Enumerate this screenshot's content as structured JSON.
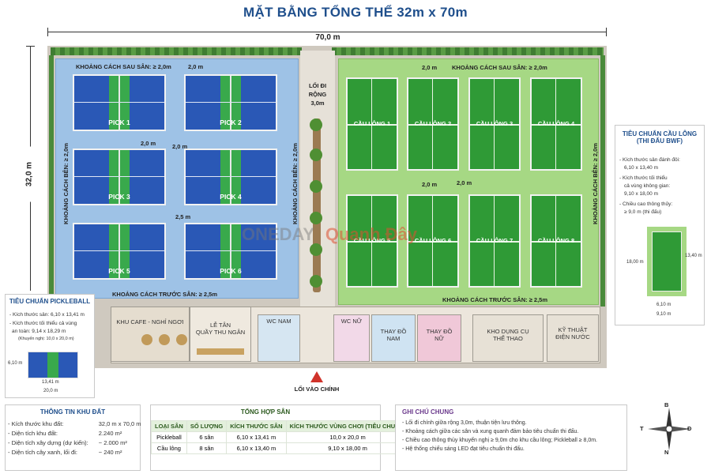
{
  "title": "MẶT BẰNG TỔNG THỂ  32m x 70m",
  "dims": {
    "width": "70,0 m",
    "height": "32,0 m"
  },
  "pickleball": {
    "courts": [
      "PICK 1",
      "PICK 2",
      "PICK 3",
      "PICK 4",
      "PICK 5",
      "PICK 6"
    ],
    "back_gap": "KHOẢNG CÁCH SAU SÂN: ≥ 2,0m",
    "side_gap": "KHOẢNG CÁCH BÊN: ≥ 2,0m",
    "front_gap": "KHOẢNG CÁCH TRƯỚC SÂN: ≥ 2,5m",
    "gap_2": "2,0 m",
    "gap_25": "2,5 m"
  },
  "walkway": {
    "line1": "LỐI ĐI",
    "line2": "RỘNG",
    "line3": "3,0m"
  },
  "badminton": {
    "courts": [
      "CẦU LÔNG 1",
      "CẦU LÔNG 2",
      "CẦU LÔNG 3",
      "CẦU LÔNG 4",
      "CẦU LÔNG 5",
      "CẦU LÔNG 6",
      "CẦU LÔNG 7",
      "CẦU LÔNG 8"
    ],
    "back_gap": "KHOẢNG CÁCH SAU SÂN: ≥ 2,0m",
    "side_gap": "KHOẢNG CÁCH BÊN: ≥ 2,0m",
    "front_gap": "KHOẢNG CÁCH TRƯỚC SÂN: ≥ 2,5m",
    "gap_2": "2,0 m"
  },
  "rooms": {
    "cafe": "KHU CAFE - NGHỈ NGƠI",
    "reception_1": "LỄ TÂN",
    "reception_2": "QUẦY THU NGÂN",
    "wc_male": "WC NAM",
    "wc_female": "WC NỮ",
    "change_male_1": "THAY ĐỒ",
    "change_male_2": "NAM",
    "change_female_1": "THAY ĐỒ",
    "change_female_2": "NỮ",
    "storage_1": "KHO DỤNG CỤ",
    "storage_2": "THỂ THAO",
    "tech_1": "KỸ THUẬT",
    "tech_2": "ĐIỆN NƯỚC"
  },
  "entrance": "LỐI VÀO CHÍNH",
  "watermark": {
    "a": "ONEDAY",
    "b": "Quanh Đây"
  },
  "pb_standard": {
    "title": "TIÊU CHUẨN PICKLEBALL",
    "line1": "- Kích thước sân: 6,10 x 13,41 m",
    "line2": "- Kích thước tối thiểu cả vùng",
    "line3": "an toàn: 9,14 x 18,29 m",
    "line4": "(Khuyến nghị: 10,0 x 20,0 m)",
    "dim_h": "6,10 m",
    "dim_w1": "13,41 m",
    "dim_w2": "20,0 m"
  },
  "bwf_standard": {
    "title1": "TIÊU CHUẨN CẦU LÔNG",
    "title2": "(THI ĐẤU BWF)",
    "l1": "- Kích thước sân đánh đôi:",
    "l2": "6,10 x 13,40 m",
    "l3": "- Kích thước tối thiểu",
    "l4": "cả vùng không gian:",
    "l5": "9,10 x 18,00 m",
    "l6": "- Chiều cao thông thủy:",
    "l7": "≥ 9,0 m (thi đấu)",
    "d18": "18,00 m",
    "d134": "13,40 m",
    "d61": "6,10 m",
    "d91": "9,10 m"
  },
  "site_info": {
    "title": "THÔNG TIN KHU ĐẤT",
    "rows": [
      [
        "- Kích thước khu đất:",
        "32,0 m x 70,0 m"
      ],
      [
        "- Diện tích khu đất:",
        "2.240 m²"
      ],
      [
        "- Diện tích xây dựng (dự kiến):",
        "~ 2.000 m²"
      ],
      [
        "- Diện tích cây xanh, lối đi:",
        "~ 240 m²"
      ]
    ]
  },
  "summary": {
    "title": "TỔNG HỢP SÂN",
    "headers": [
      "LOẠI SÂN",
      "SỐ LƯỢNG",
      "KÍCH THƯỚC SÂN",
      "KÍCH THƯỚC VÙNG CHƠI (TIÊU CHUẨN)"
    ],
    "rows": [
      [
        "Pickleball",
        "6 sân",
        "6,10 x 13,41 m",
        "10,0 x 20,0 m"
      ],
      [
        "Cầu lông",
        "8 sân",
        "6,10 x 13,40 m",
        "9,10 x 18,00 m"
      ]
    ]
  },
  "notes": {
    "title": "GHI CHÚ CHUNG",
    "items": [
      "- Lối đi chính giữa rộng 3,0m, thuận tiện lưu thông.",
      "- Khoảng cách giữa các sân và xung quanh đảm bảo tiêu chuẩn thi đấu.",
      "- Chiều cao thông thủy khuyến nghị ≥ 9,0m cho khu cầu lông; Pickleball ≥ 8,0m.",
      "- Hệ thống chiếu sáng LED đạt tiêu chuẩn thi đấu."
    ]
  },
  "compass": {
    "n": "B",
    "s": "N",
    "e": "Đ",
    "w": "T"
  },
  "colors": {
    "title": "#1f4f8c",
    "pickleball_court": "#2a58b6",
    "badminton_court": "#2f9a36",
    "pickleball_zone": "#9ec2e6",
    "badminton_zone": "#a6d884"
  }
}
